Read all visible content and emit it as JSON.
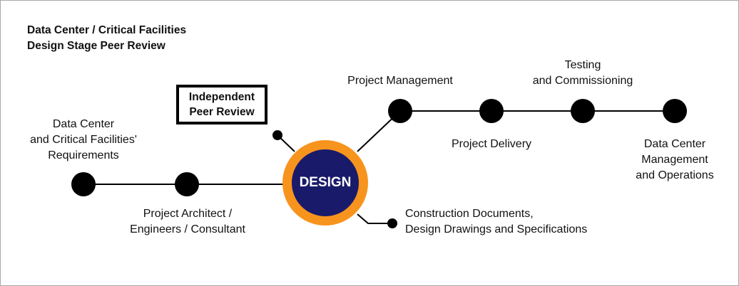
{
  "title": {
    "line1": "Data Center / Critical Facilities",
    "line2": "Design Stage Peer Review"
  },
  "center_node": {
    "label": "DESIGN"
  },
  "peer_review_box": {
    "line1": "Independent",
    "line2": "Peer Review"
  },
  "labels": {
    "requirements": {
      "line1": "Data Center",
      "line2": "and Critical Facilities'",
      "line3": "Requirements"
    },
    "architect": {
      "line1": "Project Architect /",
      "line2": "Engineers / Consultant"
    },
    "project_management": {
      "line1": "Project Management"
    },
    "testing": {
      "line1": "Testing",
      "line2": "and Commissioning"
    },
    "project_delivery": {
      "line1": "Project Delivery"
    },
    "operations": {
      "line1": "Data Center",
      "line2": "Management",
      "line3": "and Operations"
    },
    "construction_docs": {
      "line1": "Construction Documents,",
      "line2": "Design Drawings and Specifications"
    }
  },
  "colors": {
    "center_fill": "#1a1a6b",
    "center_ring": "#f7941d",
    "node_fill": "#000000",
    "line": "#000000",
    "text": "#111111"
  }
}
